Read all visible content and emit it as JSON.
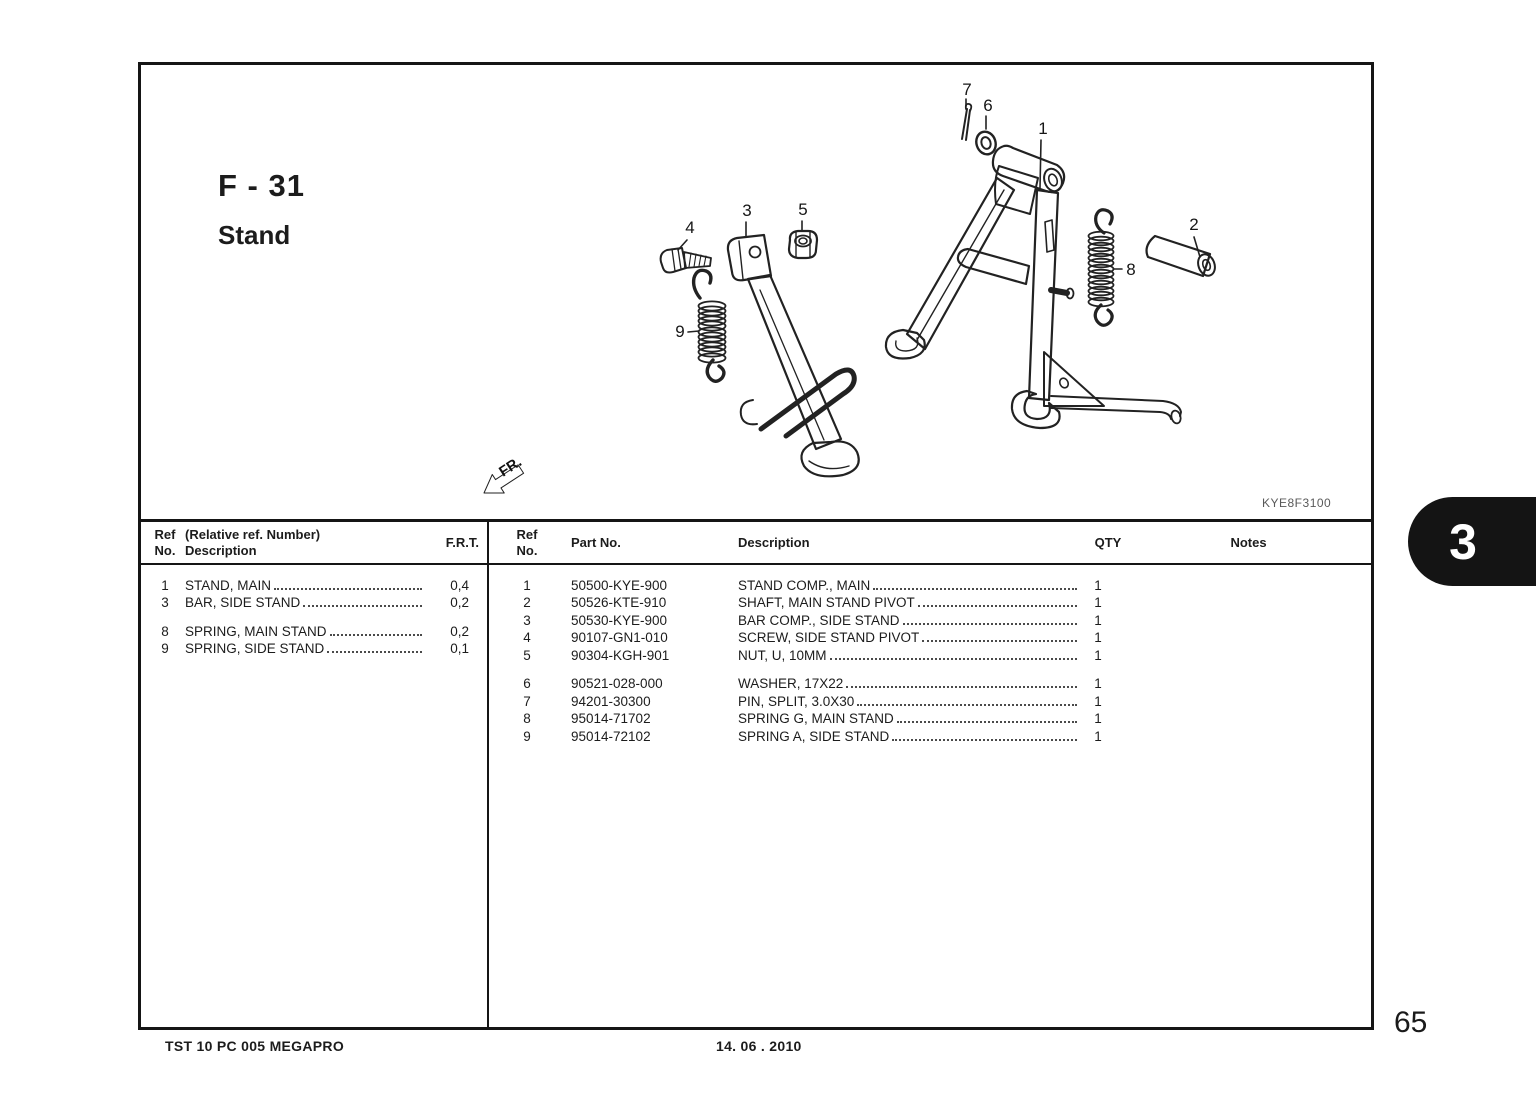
{
  "page": {
    "number": "65",
    "section_tab": "3"
  },
  "header": {
    "code": "F - 31",
    "title": "Stand"
  },
  "diagram": {
    "image_code": "KYE8F3100",
    "fr_label": "FR.",
    "callouts": [
      {
        "label": "1"
      },
      {
        "label": "2"
      },
      {
        "label": "3"
      },
      {
        "label": "4"
      },
      {
        "label": "5"
      },
      {
        "label": "6"
      },
      {
        "label": "7"
      },
      {
        "label": "8"
      },
      {
        "label": "9"
      }
    ]
  },
  "left_table": {
    "headers": {
      "ref_l1": "Ref",
      "ref_l2": "No.",
      "desc_l1": "(Relative ref. Number)",
      "desc_l2": "Description",
      "frt": "F.R.T."
    },
    "rows": [
      {
        "ref": "1",
        "desc": "STAND, MAIN",
        "frt": "0,4"
      },
      {
        "ref": "3",
        "desc": "BAR, SIDE STAND",
        "frt": "0,2"
      },
      {
        "ref": "8",
        "desc": "SPRING, MAIN STAND",
        "frt": "0,2"
      },
      {
        "ref": "9",
        "desc": "SPRING, SIDE STAND",
        "frt": "0,1"
      }
    ]
  },
  "right_table": {
    "headers": {
      "ref_l1": "Ref",
      "ref_l2": "No.",
      "part": "Part No.",
      "desc": "Description",
      "qty": "QTY",
      "notes": "Notes"
    },
    "rows": [
      {
        "ref": "1",
        "part": "50500-KYE-900",
        "desc": "STAND COMP., MAIN",
        "qty": "1"
      },
      {
        "ref": "2",
        "part": "50526-KTE-910",
        "desc": "SHAFT, MAIN STAND PIVOT",
        "qty": "1"
      },
      {
        "ref": "3",
        "part": "50530-KYE-900",
        "desc": "BAR COMP., SIDE STAND",
        "qty": "1"
      },
      {
        "ref": "4",
        "part": "90107-GN1-010",
        "desc": "SCREW, SIDE STAND PIVOT",
        "qty": "1"
      },
      {
        "ref": "5",
        "part": "90304-KGH-901",
        "desc": "NUT, U, 10MM",
        "qty": "1"
      },
      {
        "ref": "6",
        "part": "90521-028-000",
        "desc": "WASHER, 17X22",
        "qty": "1"
      },
      {
        "ref": "7",
        "part": "94201-30300",
        "desc": "PIN, SPLIT, 3.0X30",
        "qty": "1"
      },
      {
        "ref": "8",
        "part": "95014-71702",
        "desc": "SPRING G, MAIN STAND",
        "qty": "1"
      },
      {
        "ref": "9",
        "part": "95014-72102",
        "desc": "SPRING A, SIDE STAND",
        "qty": "1"
      }
    ]
  },
  "footer": {
    "left": "TST 10 PC 005 MEGAPRO",
    "center": "14. 06 . 2010"
  }
}
